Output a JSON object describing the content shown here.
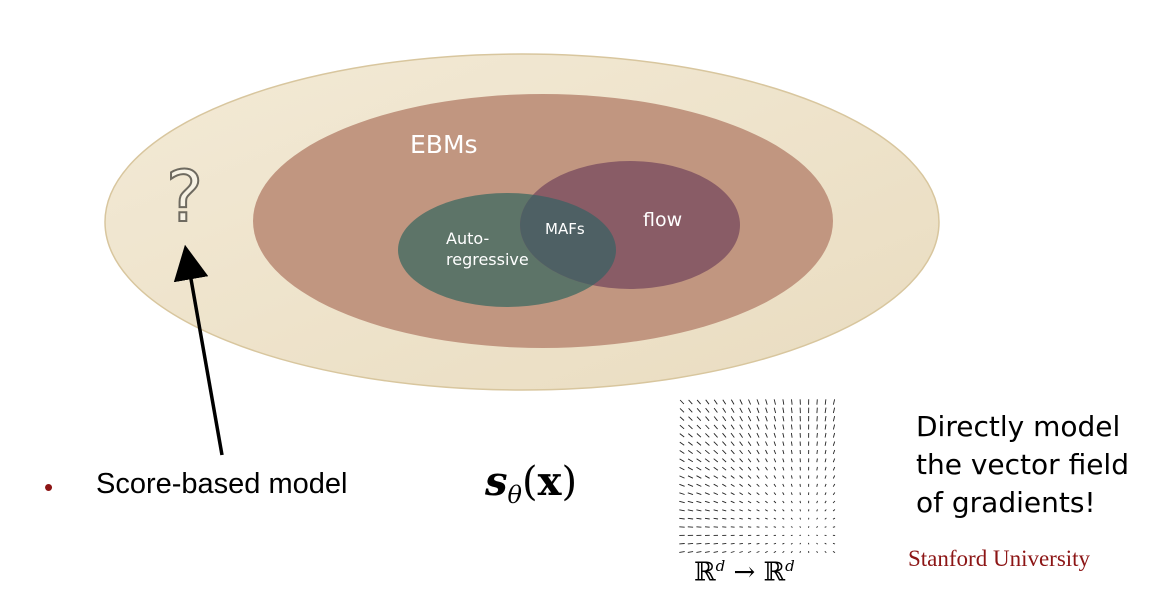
{
  "diagram": {
    "outer_label": "?",
    "ebm_label": "EBMs",
    "autoregressive_label_line1": "Auto-",
    "autoregressive_label_line2": "regressive",
    "mafs_label": "MAFs",
    "flow_label": "flow",
    "colors": {
      "outer_fill": "#f1e6cf",
      "outer_stroke": "#d8c69e",
      "ebm_fill": "#c19680",
      "autoregressive_fill": "#5d7468",
      "flow_fill": "#895c66",
      "overlap_fill": "#4e6064"
    }
  },
  "bullet": {
    "text": "Score-based model",
    "marker_color": "#8c1515"
  },
  "formula": {
    "function": "s",
    "subscript": "θ",
    "argument": "x"
  },
  "mapping": {
    "domain": "ℝ",
    "domain_exp": "d",
    "arrow": "→",
    "codomain": "ℝ",
    "codomain_exp": "d"
  },
  "side_note": {
    "line1": "Directly model",
    "line2": "the vector field",
    "line3": "of gradients!"
  },
  "footer": {
    "logo_text": "Stanford University",
    "logo_color": "#8c1515"
  }
}
